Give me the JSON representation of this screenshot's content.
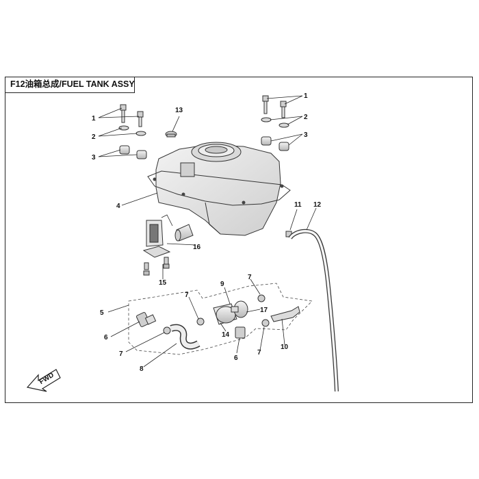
{
  "title": "F12油箱总成/FUEL TANK  ASSY",
  "fwd_label": "FWD",
  "callouts": {
    "c1a": "1",
    "c2a": "2",
    "c3a": "3",
    "c1b": "1",
    "c2b": "2",
    "c3b": "3",
    "c13": "13",
    "c4": "4",
    "c16": "16",
    "c15": "15",
    "c11": "11",
    "c12": "12",
    "c5": "5",
    "c6a": "6",
    "c7a": "7",
    "c8": "8",
    "c7b": "7",
    "c14": "14",
    "c6b": "6",
    "c9": "9",
    "c7c": "7",
    "c17": "17",
    "c7d": "7",
    "c10": "10"
  },
  "colors": {
    "part_fill": "#e6e6e6",
    "part_dark": "#b5b5b5",
    "line": "#222222"
  }
}
